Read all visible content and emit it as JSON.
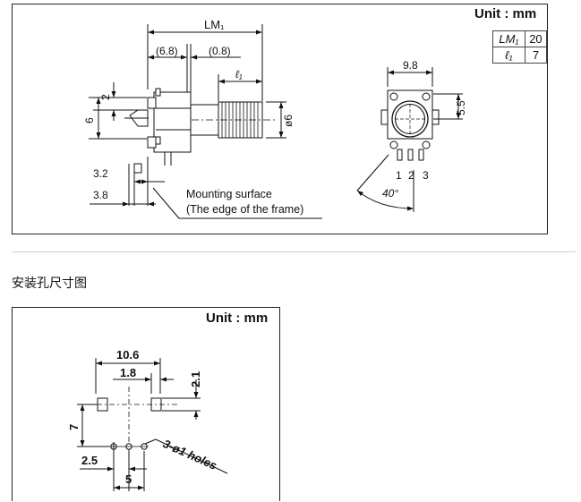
{
  "top_diagram": {
    "unit_label": "Unit : mm",
    "table": [
      {
        "key": "LM₁",
        "value": "20"
      },
      {
        "key": "ℓ₁",
        "value": "7"
      }
    ],
    "side_view": {
      "lm1": "LM₁",
      "offset_a": "(6.8)",
      "offset_b": "(0.8)",
      "l1": "ℓ₁",
      "dim_2": "2",
      "dim_6": "6",
      "shaft_dia": "ø6",
      "dim_3_2": "3.2",
      "dim_3_8": "3.8",
      "mounting_line1": "Mounting surface",
      "mounting_line2": "(The edge of the frame)"
    },
    "front_view": {
      "width": "9.8",
      "height": "5.5",
      "pin_labels": [
        "1",
        "2",
        "3"
      ],
      "angle": "40°"
    }
  },
  "section_title": "安装孔尺寸图",
  "bottom_diagram": {
    "unit_label": "Unit : mm",
    "dim_10_6": "10.6",
    "dim_1_8": "1.8",
    "dim_2_1": "2.1",
    "dim_7": "7",
    "dim_2_5": "2.5",
    "dim_5": "5",
    "holes_note": "3-ø1 holes"
  }
}
